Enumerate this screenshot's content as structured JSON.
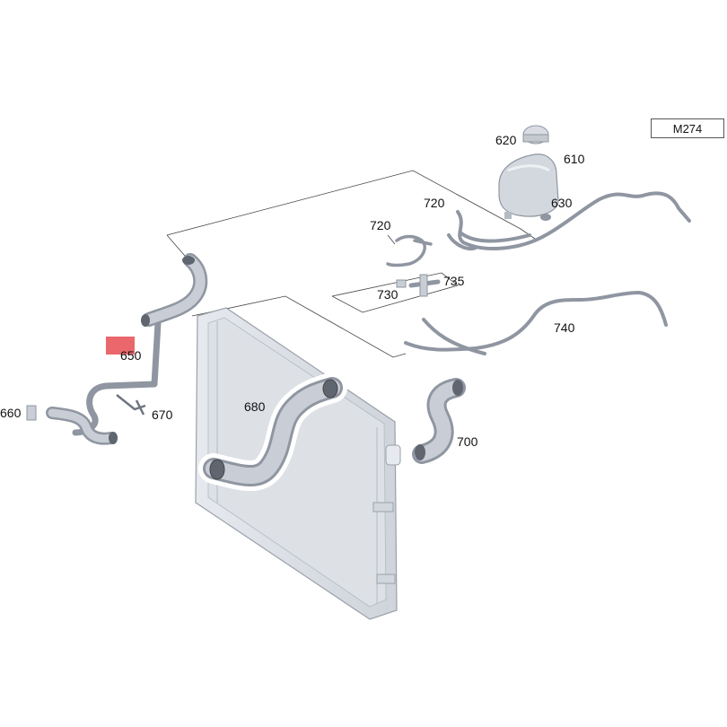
{
  "model_code": "M274",
  "highlight_color": "#e8575c",
  "part_color": "#c9ced6",
  "part_dark": "#8f96a1",
  "labels": {
    "p610": "610",
    "p620": "620",
    "p630": "630",
    "p650": "650",
    "p660": "660",
    "p670": "670",
    "p680": "680",
    "p700": "700",
    "p720a": "720",
    "p720b": "720",
    "p730": "730",
    "p735": "735",
    "p740": "740"
  }
}
